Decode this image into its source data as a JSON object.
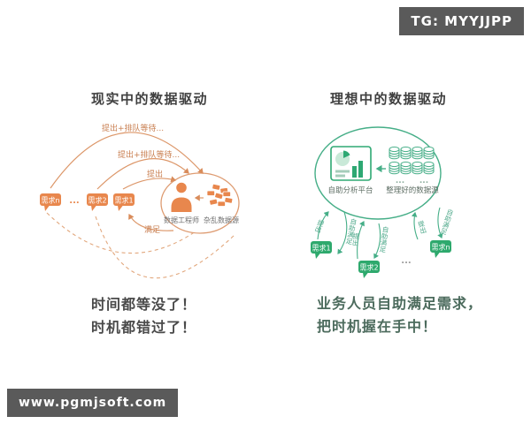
{
  "badges": {
    "top_right": "TG: MYYJJPP",
    "bottom_left": "www.pgmjsoft.com"
  },
  "left": {
    "title": "现实中的数据驱动",
    "bubbles": [
      "需求n",
      "需求2",
      "需求1"
    ],
    "dots": "...",
    "arc_outer": "提出+排队等待...",
    "arc_middle": "提出+排队等待...",
    "arc_inner": "提出",
    "arc_return": "满足",
    "engineer": "数据工程师",
    "source": "杂乱数据源",
    "caption1": "时间都等没了！",
    "caption2": "时机都错过了！"
  },
  "right": {
    "title": "理想中的数据驱动",
    "platform": "自助分析平台",
    "source": "整理好的数据源",
    "db_dots": "...",
    "bubbles": [
      "需求1",
      "需求2",
      "需求n"
    ],
    "dots": "...",
    "up_label": "提出",
    "down_label": "自助满足",
    "caption1": "业务人员自助满足需求，",
    "caption2": "把时机握在手中！"
  },
  "colors": {
    "orange": "#E8874D",
    "green": "#2EA96D",
    "green_stroke": "#45AE87",
    "badge_bg": "#5A5A5A"
  }
}
